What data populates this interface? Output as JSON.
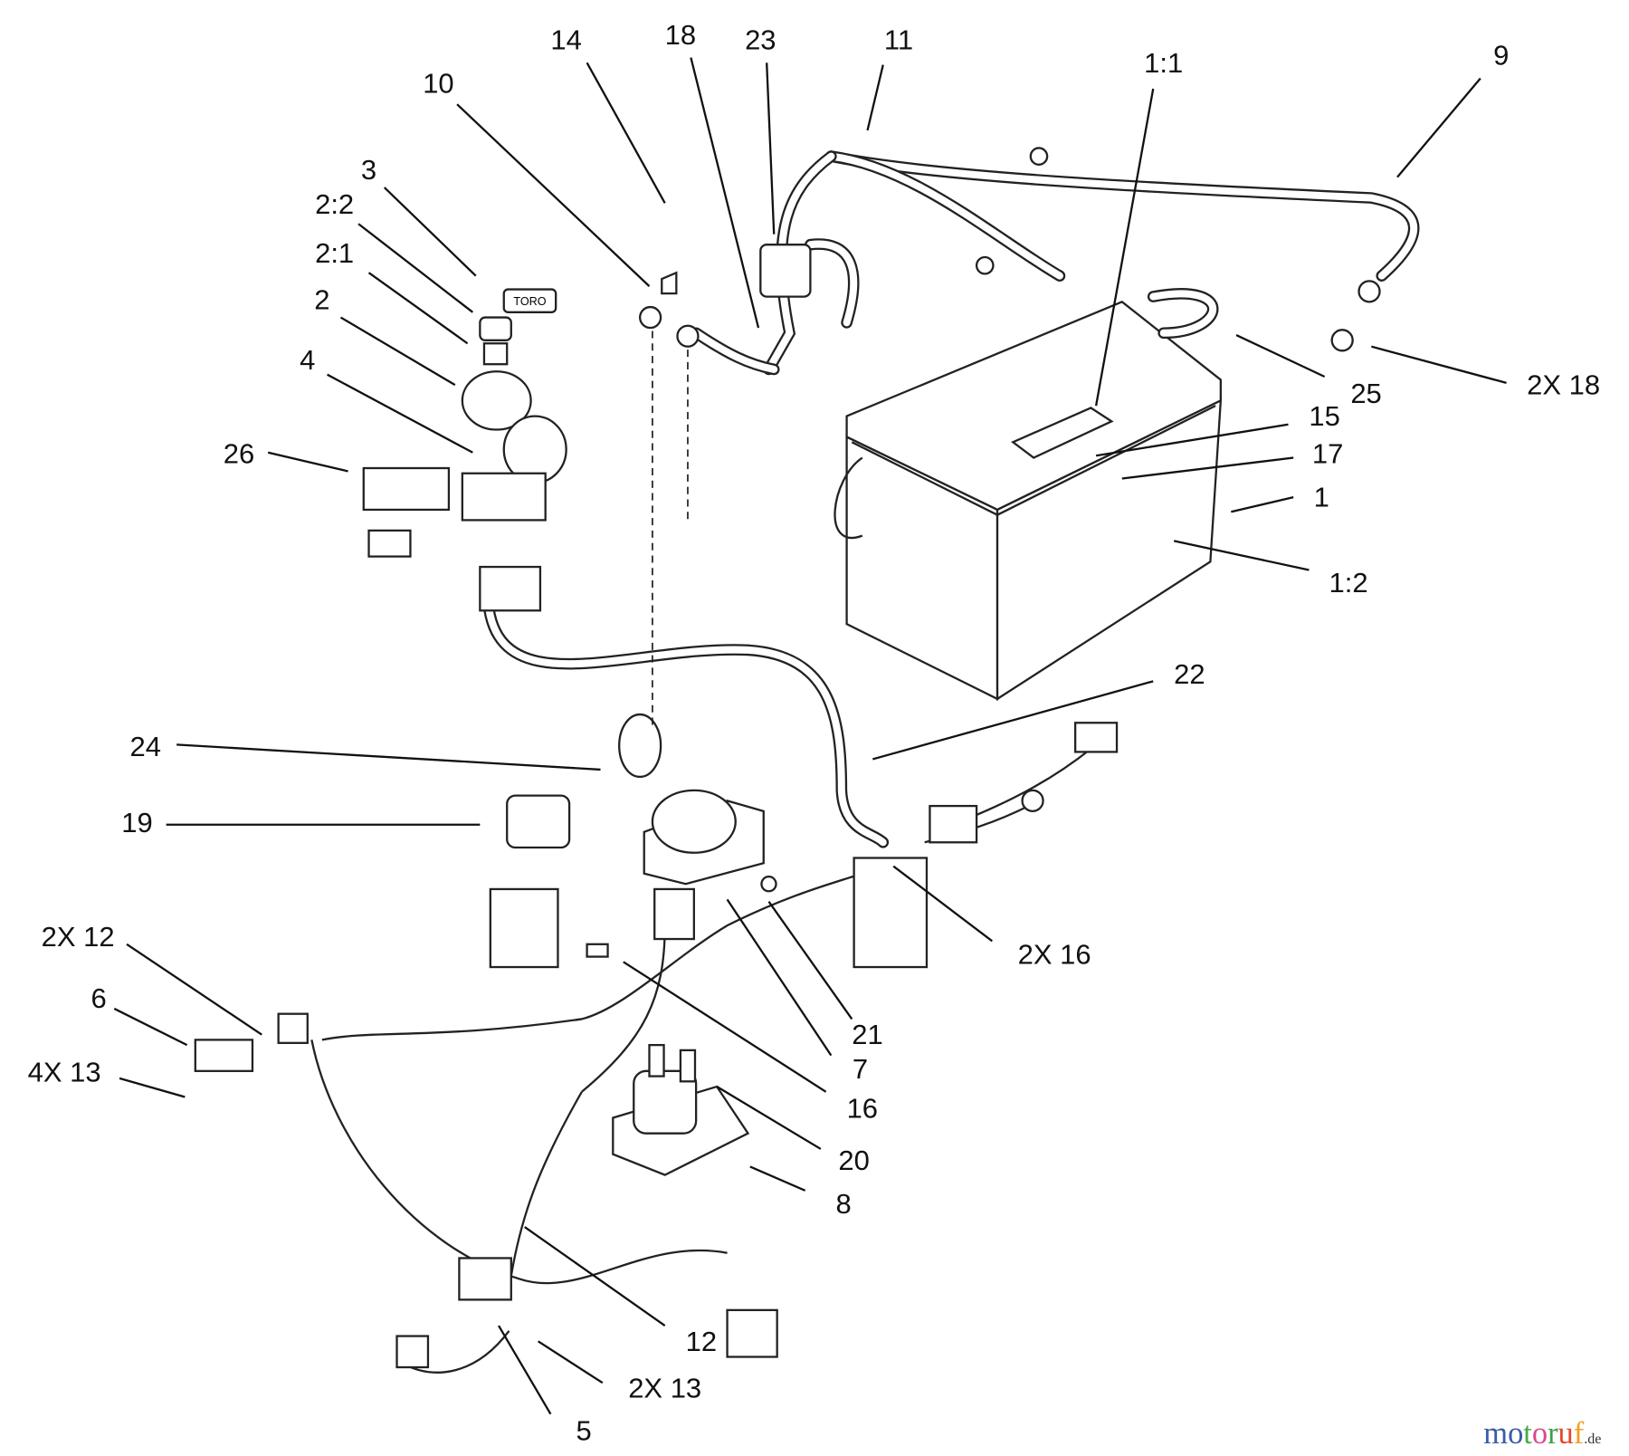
{
  "diagram": {
    "callouts": [
      {
        "id": "14",
        "text": "14"
      },
      {
        "id": "18",
        "text": "18"
      },
      {
        "id": "23",
        "text": "23"
      },
      {
        "id": "11",
        "text": "11"
      },
      {
        "id": "10",
        "text": "10"
      },
      {
        "id": "1_1",
        "text": "1:1"
      },
      {
        "id": "9",
        "text": "9"
      },
      {
        "id": "3",
        "text": "3"
      },
      {
        "id": "2_2",
        "text": "2:2"
      },
      {
        "id": "2_1",
        "text": "2:1"
      },
      {
        "id": "2",
        "text": "2"
      },
      {
        "id": "4",
        "text": "4"
      },
      {
        "id": "26",
        "text": "26"
      },
      {
        "id": "2x18",
        "text": "2X 18"
      },
      {
        "id": "25",
        "text": "25"
      },
      {
        "id": "15",
        "text": "15"
      },
      {
        "id": "17",
        "text": "17"
      },
      {
        "id": "1",
        "text": "1"
      },
      {
        "id": "1_2",
        "text": "1:2"
      },
      {
        "id": "22",
        "text": "22"
      },
      {
        "id": "24",
        "text": "24"
      },
      {
        "id": "19",
        "text": "19"
      },
      {
        "id": "2x16",
        "text": "2X 16"
      },
      {
        "id": "21",
        "text": "21"
      },
      {
        "id": "7",
        "text": "7"
      },
      {
        "id": "16",
        "text": "16"
      },
      {
        "id": "20",
        "text": "20"
      },
      {
        "id": "8",
        "text": "8"
      },
      {
        "id": "2x12",
        "text": "2X 12"
      },
      {
        "id": "6",
        "text": "6"
      },
      {
        "id": "4x13",
        "text": "4X 13"
      },
      {
        "id": "12",
        "text": "12"
      },
      {
        "id": "2x13",
        "text": "2X 13"
      },
      {
        "id": "5",
        "text": "5"
      }
    ],
    "key_label": "TORO",
    "watermark": {
      "name": "motoruf",
      "tld": ".de",
      "letters": [
        {
          "ch": "m",
          "color": "#3b5ba8"
        },
        {
          "ch": "o",
          "color": "#3b5ba8"
        },
        {
          "ch": "t",
          "color": "#4aa84a"
        },
        {
          "ch": "o",
          "color": "#d9488f"
        },
        {
          "ch": "r",
          "color": "#3aa04a"
        },
        {
          "ch": "u",
          "color": "#e04a2a"
        },
        {
          "ch": "f",
          "color": "#f0a020"
        }
      ]
    }
  }
}
